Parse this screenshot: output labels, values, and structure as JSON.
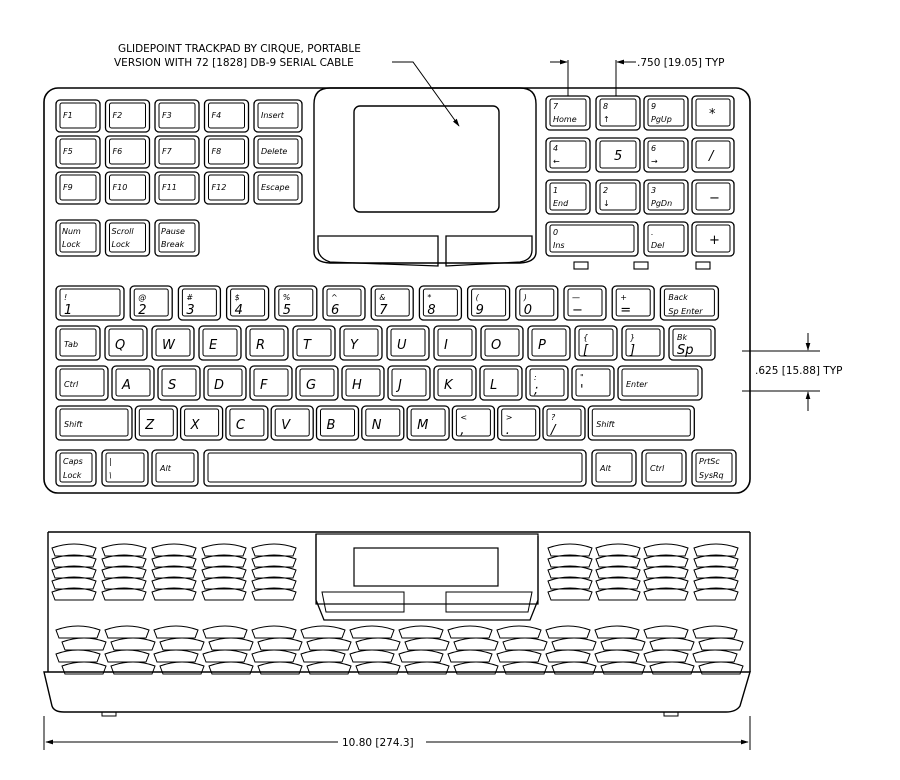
{
  "annotations": {
    "trackpad_note_line1": "GLIDEPOINT TRACKPAD BY CIRQUE, PORTABLE",
    "trackpad_note_line2": "VERSION WITH 72 [1828] DB-9 SERIAL CABLE",
    "key_width_dim": ".750 [19.05] TYP",
    "key_height_dim": ".625 [15.88] TYP",
    "overall_width_dim": "10.80 [274.3]"
  },
  "function_keys": [
    [
      "F1",
      "F2",
      "F3",
      "F4",
      "Insert"
    ],
    [
      "F5",
      "F6",
      "F7",
      "F8",
      "Delete"
    ],
    [
      "F9",
      "F10",
      "F11",
      "F12",
      "Escape"
    ]
  ],
  "lock_keys": [
    {
      "l1": "Num",
      "l2": "Lock"
    },
    {
      "l1": "Scroll",
      "l2": "Lock"
    },
    {
      "l1": "Pause",
      "l2": "Break"
    }
  ],
  "numpad": [
    [
      {
        "t": "7",
        "b": "Home"
      },
      {
        "t": "8",
        "b": "↑"
      },
      {
        "t": "9",
        "b": "PgUp"
      },
      {
        "t": "*",
        "b": ""
      }
    ],
    [
      {
        "t": "4",
        "b": "←"
      },
      {
        "t": "5",
        "b": ""
      },
      {
        "t": "6",
        "b": "→"
      },
      {
        "t": "/",
        "b": ""
      }
    ],
    [
      {
        "t": "1",
        "b": "End"
      },
      {
        "t": "2",
        "b": "↓"
      },
      {
        "t": "3",
        "b": "PgDn"
      },
      {
        "t": "−",
        "b": ""
      }
    ],
    [
      {
        "t": "0",
        "b": "Ins"
      },
      {
        "t": ".",
        "b": "Del"
      },
      {
        "t": "+",
        "b": ""
      }
    ]
  ],
  "number_row": [
    {
      "t": "!",
      "b": "1"
    },
    {
      "t": "@",
      "b": "2"
    },
    {
      "t": "#",
      "b": "3"
    },
    {
      "t": "$",
      "b": "4"
    },
    {
      "t": "%",
      "b": "5"
    },
    {
      "t": "^",
      "b": "6"
    },
    {
      "t": "&",
      "b": "7"
    },
    {
      "t": "*",
      "b": "8"
    },
    {
      "t": "(",
      "b": "9"
    },
    {
      "t": ")",
      "b": "0"
    },
    {
      "t": "—",
      "b": "−"
    },
    {
      "t": "+",
      "b": "="
    },
    {
      "t": "Back",
      "b": "Sp  Enter"
    }
  ],
  "qwerty_row": [
    {
      "t": "Tab",
      "b": ""
    },
    {
      "t": "Q",
      "b": ""
    },
    {
      "t": "W",
      "b": ""
    },
    {
      "t": "E",
      "b": ""
    },
    {
      "t": "R",
      "b": ""
    },
    {
      "t": "T",
      "b": ""
    },
    {
      "t": "Y",
      "b": ""
    },
    {
      "t": "U",
      "b": ""
    },
    {
      "t": "I",
      "b": ""
    },
    {
      "t": "O",
      "b": ""
    },
    {
      "t": "P",
      "b": ""
    },
    {
      "t": "{",
      "b": "["
    },
    {
      "t": "}",
      "b": "]"
    },
    {
      "t": "Bk",
      "b": "Sp"
    }
  ],
  "home_row": [
    {
      "t": "Ctrl",
      "b": ""
    },
    {
      "t": "A",
      "b": ""
    },
    {
      "t": "S",
      "b": ""
    },
    {
      "t": "D",
      "b": ""
    },
    {
      "t": "F",
      "b": ""
    },
    {
      "t": "G",
      "b": ""
    },
    {
      "t": "H",
      "b": ""
    },
    {
      "t": "J",
      "b": ""
    },
    {
      "t": "K",
      "b": ""
    },
    {
      "t": "L",
      "b": ""
    },
    {
      "t": ":",
      "b": ";"
    },
    {
      "t": "\"",
      "b": "'"
    },
    {
      "t": "Enter",
      "b": ""
    }
  ],
  "shift_row": [
    {
      "t": "Shift",
      "b": ""
    },
    {
      "t": "Z",
      "b": ""
    },
    {
      "t": "X",
      "b": ""
    },
    {
      "t": "C",
      "b": ""
    },
    {
      "t": "V",
      "b": ""
    },
    {
      "t": "B",
      "b": ""
    },
    {
      "t": "N",
      "b": ""
    },
    {
      "t": "M",
      "b": ""
    },
    {
      "t": "<",
      "b": ","
    },
    {
      "t": ">",
      "b": "."
    },
    {
      "t": "?",
      "b": "/"
    },
    {
      "t": "Shift",
      "b": ""
    }
  ],
  "bottom_row": [
    {
      "t": "Caps",
      "b": "Lock"
    },
    {
      "t": "|",
      "b": "\\"
    },
    {
      "t": "Alt",
      "b": ""
    },
    {
      "t": "",
      "b": ""
    },
    {
      "t": "Alt",
      "b": ""
    },
    {
      "t": "Ctrl",
      "b": ""
    },
    {
      "t": "PrtSc",
      "b": "SysRq"
    }
  ]
}
